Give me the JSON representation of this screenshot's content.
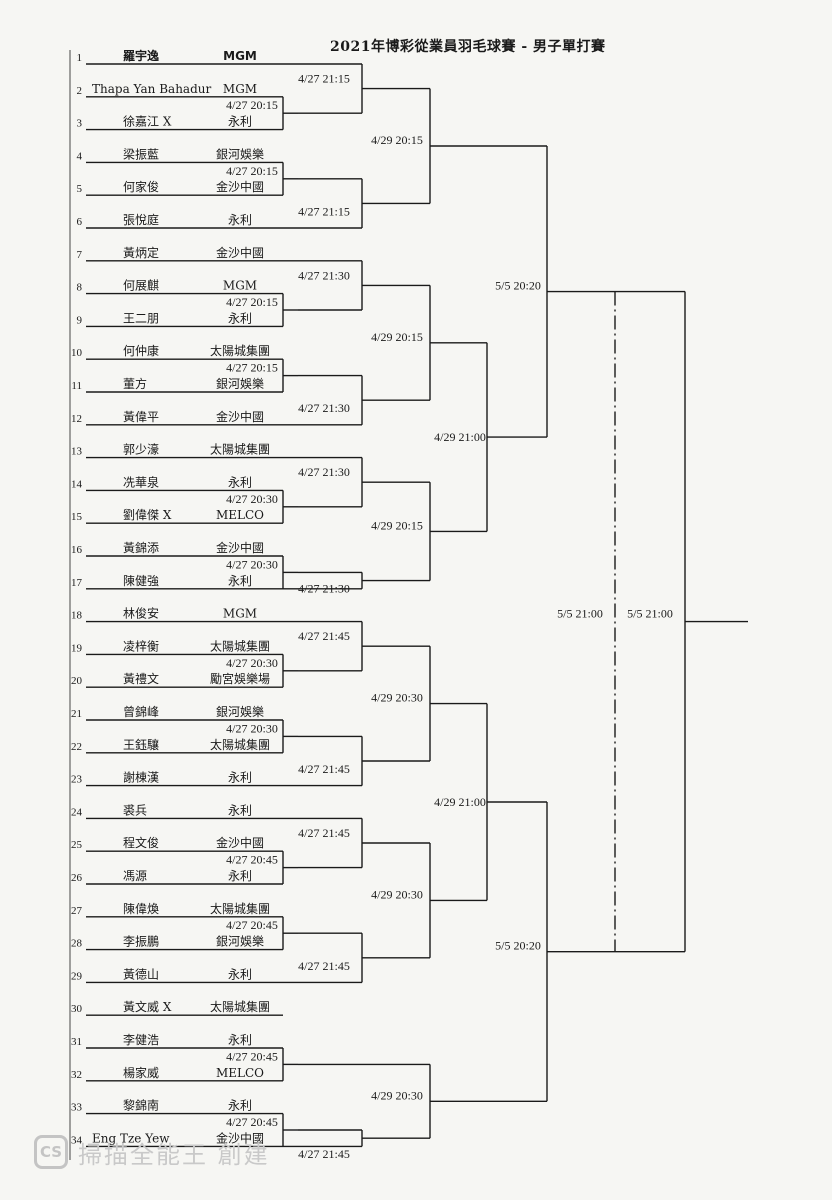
{
  "title": "2021年博彩從業員羽毛球賽 - 男子單打賽",
  "footer": {
    "logo": "CS",
    "text": "掃描全能王 創建"
  },
  "colors": {
    "ink": "#1a1a1a",
    "paper": "#f6f6f3",
    "watermark": "#c4c4c4"
  },
  "players": [
    {
      "seed": "1",
      "name": "羅宇逸",
      "team": "MGM"
    },
    {
      "seed": "2",
      "name": "Thapa Yan Bahadur",
      "team": "MGM"
    },
    {
      "seed": "3",
      "name": "徐嘉江 X",
      "team": "永利"
    },
    {
      "seed": "4",
      "name": "梁振藍",
      "team": "銀河娛樂"
    },
    {
      "seed": "5",
      "name": "何家俊",
      "team": "金沙中國"
    },
    {
      "seed": "6",
      "name": "張悅庭",
      "team": "永利"
    },
    {
      "seed": "7",
      "name": "黃炳定",
      "team": "金沙中國"
    },
    {
      "seed": "8",
      "name": "何展麒",
      "team": "MGM"
    },
    {
      "seed": "9",
      "name": "王二朋",
      "team": "永利"
    },
    {
      "seed": "10",
      "name": "何仲康",
      "team": "太陽城集團"
    },
    {
      "seed": "11",
      "name": "董方",
      "team": "銀河娛樂"
    },
    {
      "seed": "12",
      "name": "黃偉平",
      "team": "金沙中國"
    },
    {
      "seed": "13",
      "name": "郭少濠",
      "team": "太陽城集團"
    },
    {
      "seed": "14",
      "name": "冼華泉",
      "team": "永利"
    },
    {
      "seed": "15",
      "name": "劉偉傑 X",
      "team": "MELCO"
    },
    {
      "seed": "16",
      "name": "黃錦添",
      "team": "金沙中國"
    },
    {
      "seed": "17",
      "name": "陳健強",
      "team": "永利"
    },
    {
      "seed": "18",
      "name": "林俊安",
      "team": "MGM"
    },
    {
      "seed": "19",
      "name": "凌梓衡",
      "team": "太陽城集團"
    },
    {
      "seed": "20",
      "name": "黃禮文",
      "team": "勵宮娛樂場"
    },
    {
      "seed": "21",
      "name": "曾錦峰",
      "team": "銀河娛樂"
    },
    {
      "seed": "22",
      "name": "王鈺驤",
      "team": "太陽城集團"
    },
    {
      "seed": "23",
      "name": "謝棟漢",
      "team": "永利"
    },
    {
      "seed": "24",
      "name": "裘兵",
      "team": "永利"
    },
    {
      "seed": "25",
      "name": "程文俊",
      "team": "金沙中國"
    },
    {
      "seed": "26",
      "name": "馮源",
      "team": "永利"
    },
    {
      "seed": "27",
      "name": "陳偉煥",
      "team": "太陽城集團"
    },
    {
      "seed": "28",
      "name": "李振鵬",
      "team": "銀河娛樂"
    },
    {
      "seed": "29",
      "name": "黃德山",
      "team": "永利"
    },
    {
      "seed": "30",
      "name": "黃文威 X",
      "team": "太陽城集團"
    },
    {
      "seed": "31",
      "name": "李健浩",
      "team": "永利"
    },
    {
      "seed": "32",
      "name": "楊家威",
      "team": "MELCO"
    },
    {
      "seed": "33",
      "name": "黎錦南",
      "team": "永利"
    },
    {
      "seed": "34",
      "name": "Eng Tze Yew",
      "team": "金沙中國"
    }
  ],
  "prelim_times": [
    "4/27 20:15",
    "4/27 20:15",
    "4/27 20:15",
    "4/27 20:15",
    "4/27 20:30",
    "4/27 20:30",
    "4/27 20:30",
    "4/27 20:30",
    "4/27 20:45",
    "4/27 20:45",
    "4/27 20:45",
    "4/27 20:45"
  ],
  "round2_times": [
    "4/27 21:15",
    "4/27 21:15",
    "4/27 21:30",
    "4/27 21:30",
    "4/27 21:30",
    "4/27 21:30",
    "4/27 21:45",
    "4/27 21:45",
    "4/27 21:45",
    "4/27 21:45"
  ],
  "round3_times": [
    "4/29 20:15",
    "4/29 20:15",
    "4/29 20:15",
    "4/29 20:30",
    "4/29 20:30",
    "4/29 20:30"
  ],
  "round4_times": [
    "4/29 21:00",
    "4/29 21:00"
  ],
  "semi_times": [
    "5/5 20:20",
    "5/5 20:20"
  ],
  "final_times": [
    "5/5 21:00",
    "5/5 21:00"
  ]
}
